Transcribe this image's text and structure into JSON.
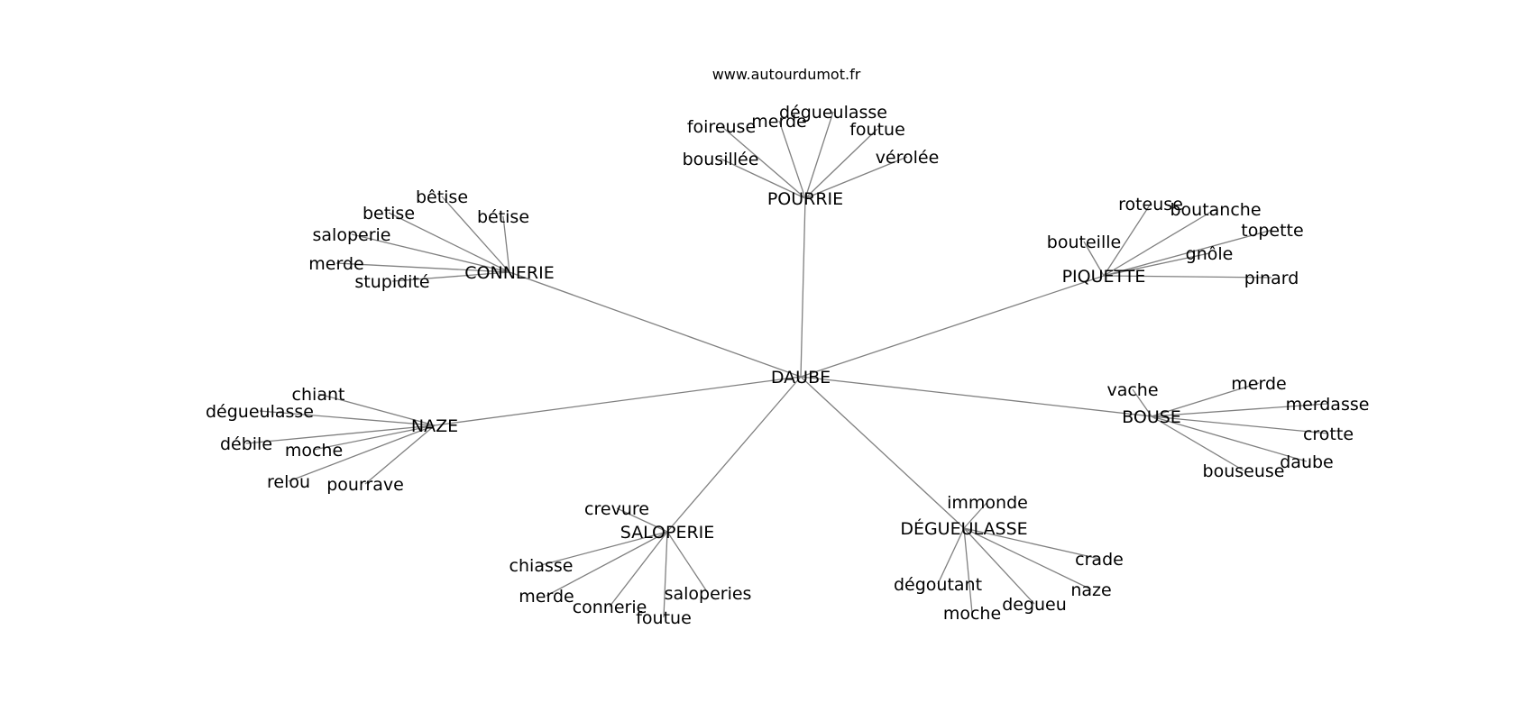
{
  "site_label": "www.autourdumot.fr",
  "center": "DAUBE",
  "clusters": [
    {
      "hub": "POURRIE",
      "words": [
        "foireuse",
        "merde",
        "dégueulasse",
        "foutue",
        "bousillée",
        "vérolée"
      ]
    },
    {
      "hub": "CONNERIE",
      "words": [
        "bêtise",
        "betise",
        "bétise",
        "saloperie",
        "merde",
        "stupidité"
      ]
    },
    {
      "hub": "PIQUETTE",
      "words": [
        "roteuse",
        "boutanche",
        "topette",
        "bouteille",
        "gnôle",
        "pinard"
      ]
    },
    {
      "hub": "NAZE",
      "words": [
        "chiant",
        "dégueulasse",
        "débile",
        "moche",
        "relou",
        "pourrave"
      ]
    },
    {
      "hub": "BOUSE",
      "words": [
        "vache",
        "merde",
        "merdasse",
        "crotte",
        "daube",
        "bouseuse"
      ]
    },
    {
      "hub": "SALOPERIE",
      "words": [
        "crevure",
        "chiasse",
        "merde",
        "connerie",
        "foutue",
        "saloperies"
      ]
    },
    {
      "hub": "DÉGUEULASSE",
      "words": [
        "immonde",
        "crade",
        "dégoutant",
        "naze",
        "degueu",
        "moche"
      ]
    }
  ]
}
